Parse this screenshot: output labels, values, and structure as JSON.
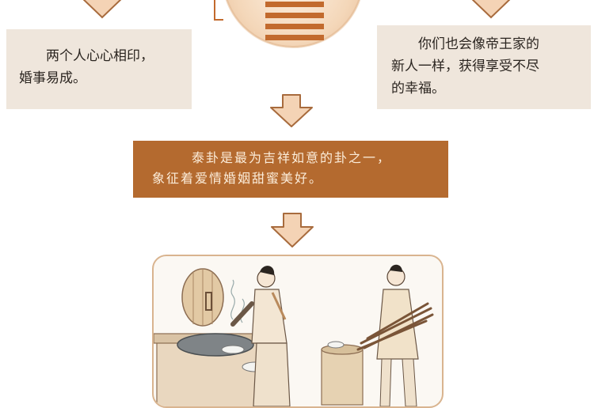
{
  "left_box": {
    "line1": "两个人心心相印，",
    "line2": "婚事易成。"
  },
  "right_box": {
    "line1": "你们也会像帝王家的",
    "line2": "新人一样，获得享受不尽",
    "line3": "的幸福。"
  },
  "banner": {
    "line1": "泰卦是最为吉祥如意的卦之一，",
    "line2": "象征着爱情婚姻甜蜜美好。"
  },
  "colors": {
    "arrow": "#f4d3b5",
    "arrow_stroke": "#a86b3d",
    "banner_bg": "#b46a2f",
    "box_bg": "#efe6dc",
    "trigram": "#c26a2d"
  },
  "icons": {
    "arrows": "down-arrow-icon",
    "trigram": "trigram-icon",
    "illustration": "kitchen-couple-illustration"
  }
}
